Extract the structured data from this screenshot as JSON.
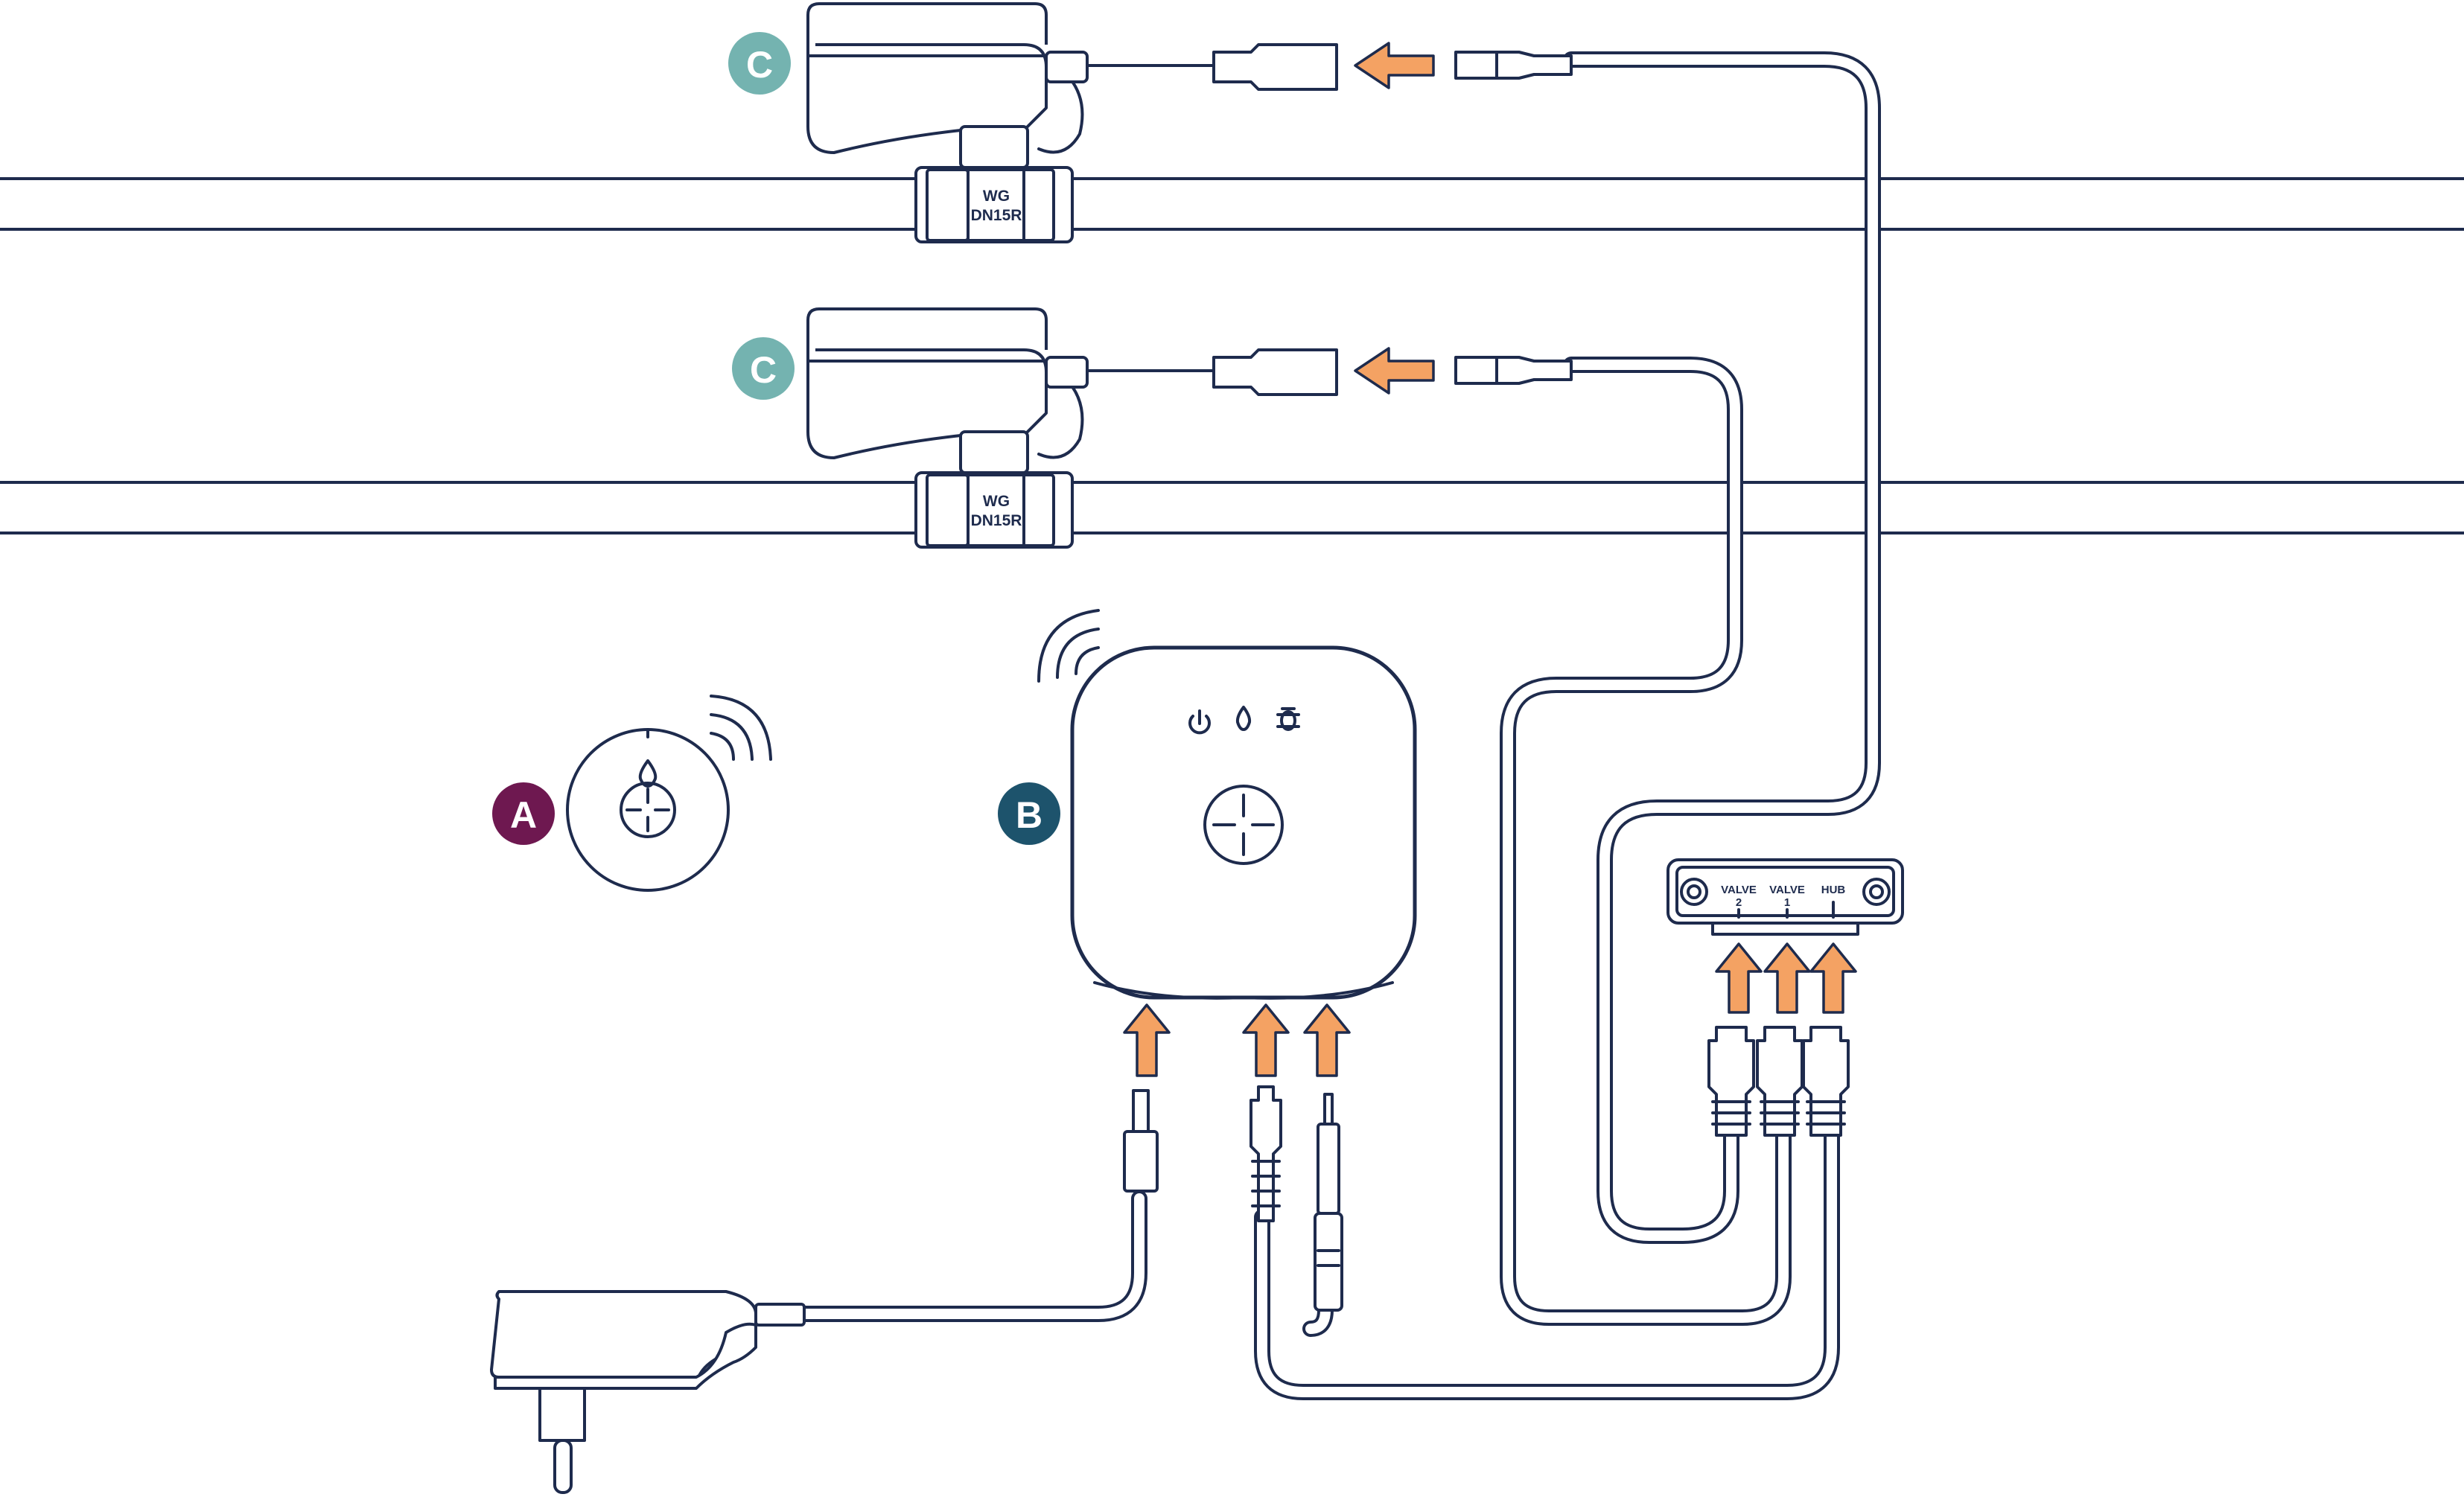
{
  "badges": {
    "a": {
      "label": "A",
      "color": "#6e1850"
    },
    "b": {
      "label": "B",
      "color": "#1d536c"
    },
    "c_top": {
      "label": "C",
      "color": "#74b3b0"
    },
    "c_bottom": {
      "label": "C",
      "color": "#74b3b0"
    }
  },
  "valves": [
    {
      "line1": "WG",
      "line2": "DN15R"
    },
    {
      "line1": "WG",
      "line2": "DN15R"
    }
  ],
  "splitter_ports": {
    "valve2": {
      "label": "VALVE",
      "num": "2"
    },
    "valve1": {
      "label": "VALVE",
      "num": "1"
    },
    "hub": {
      "label": "HUB"
    }
  },
  "hub_status_icons": [
    "power-icon",
    "water-drop-icon",
    "bug-icon"
  ],
  "colors": {
    "outline": "#1e2b4d",
    "arrow": "#f4a263",
    "badge_a": "#6e1850",
    "badge_b": "#1d536c",
    "badge_c": "#74b3b0"
  }
}
